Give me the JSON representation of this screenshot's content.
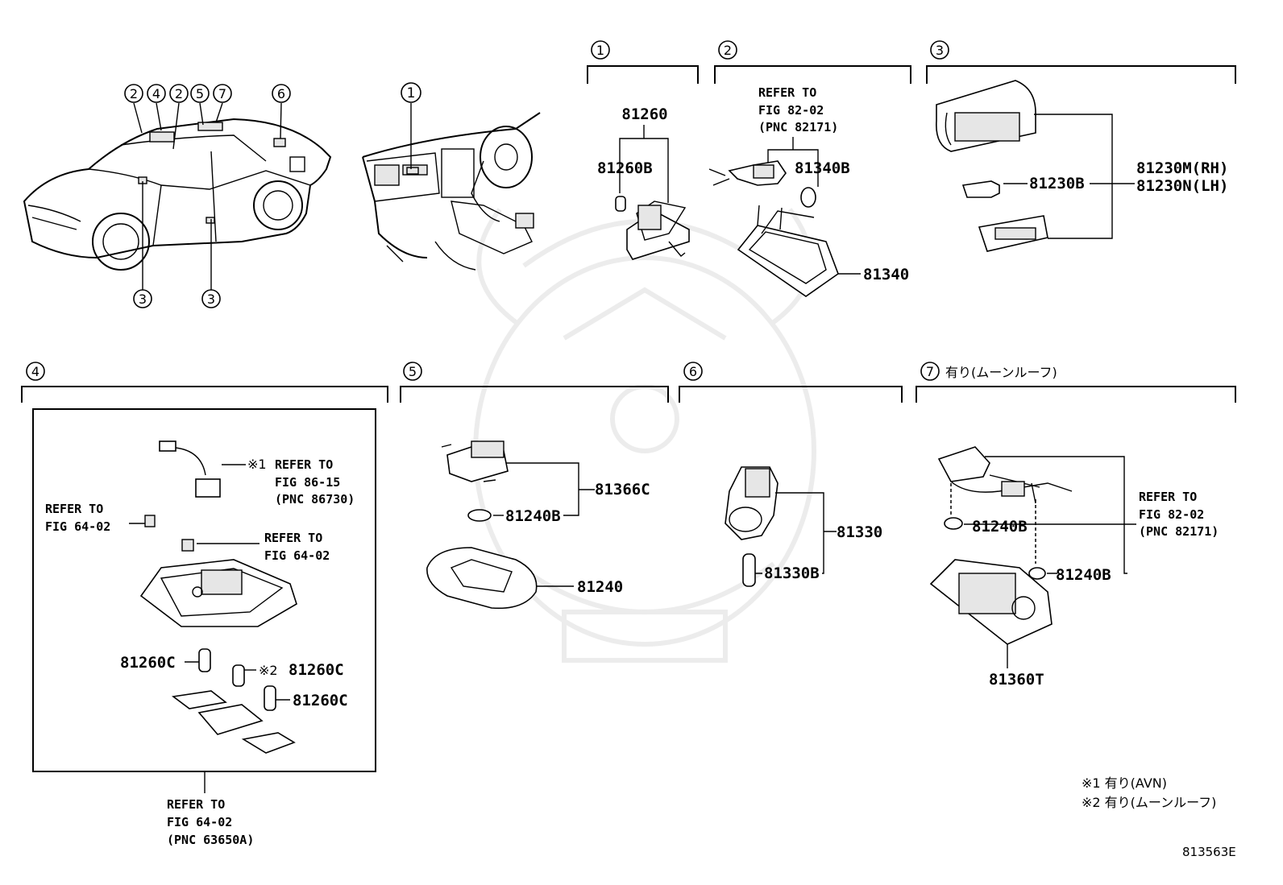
{
  "sections": {
    "s1": {
      "num": "1"
    },
    "s2": {
      "num": "2"
    },
    "s3": {
      "num": "3"
    },
    "s4": {
      "num": "4"
    },
    "s5": {
      "num": "5"
    },
    "s6": {
      "num": "6"
    },
    "s7": {
      "num": "7",
      "label": "有り(ムーンルーフ)"
    }
  },
  "overview": {
    "car_callouts": [
      "2",
      "4",
      "2",
      "5",
      "7",
      "6",
      "3",
      "3"
    ],
    "dash_callout": "1"
  },
  "parts": {
    "p81260": "81260",
    "p81260B": "81260B",
    "p81340B": "81340B",
    "p81340": "81340",
    "p81230B": "81230B",
    "p81230M": "81230M(RH)",
    "p81230N": "81230N(LH)",
    "p81260C_1": "81260C",
    "p81260C_2": "81260C",
    "p81260C_3": "81260C",
    "p81366C": "81366C",
    "p81240B_5": "81240B",
    "p81240": "81240",
    "p81330": "81330",
    "p81330B": "81330B",
    "p81240B_7a": "81240B",
    "p81240B_7b": "81240B",
    "p81360T": "81360T"
  },
  "refs": {
    "r2": [
      "REFER TO",
      "FIG 82-02",
      "(PNC 82171)"
    ],
    "r4a": [
      "REFER TO",
      "FIG 86-15",
      "(PNC 86730)"
    ],
    "r4b": [
      "REFER TO",
      "FIG 64-02"
    ],
    "r4c": [
      "REFER TO",
      "FIG 64-02"
    ],
    "r4d": [
      "REFER TO",
      "FIG 64-02",
      "(PNC 63650A)"
    ],
    "r7": [
      "REFER TO",
      "FIG 82-02",
      "(PNC 82171)"
    ]
  },
  "marks": {
    "m1": "※1",
    "m2": "※2"
  },
  "notes": [
    "※1 有り(AVN)",
    "※2 有り(ムーンルーフ)"
  ],
  "figure_code": "813563E"
}
